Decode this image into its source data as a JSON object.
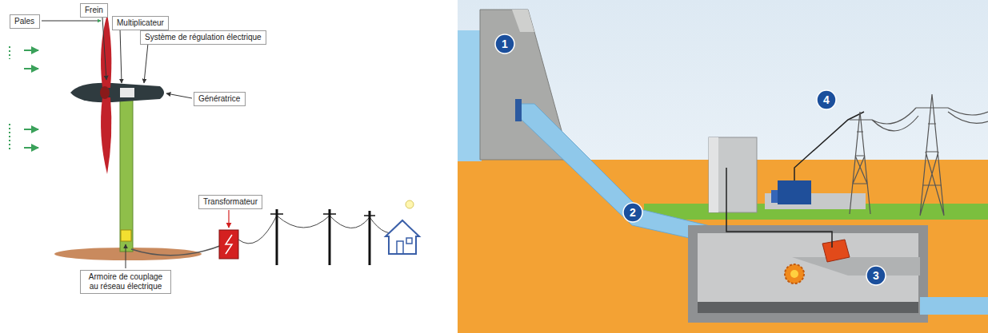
{
  "diagram": {
    "nodes": [
      {
        "text": [
          "Pales"
        ]
      },
      {
        "text": [
          "Frein"
        ]
      },
      {
        "text": [
          "Multiplicateur"
        ]
      },
      {
        "text": [
          "Système de régulation électrique"
        ]
      },
      {
        "text": [
          "Génératrice"
        ]
      },
      {
        "text": [
          "Transformateur"
        ]
      },
      {
        "text": [
          "Armoire de couplage au réseau électrique"
        ]
      },
      {
        "text": [
          "1"
        ]
      },
      {
        "text": [
          "2"
        ]
      },
      {
        "text": [
          "3"
        ]
      },
      {
        "text": [
          "4"
        ]
      }
    ]
  }
}
